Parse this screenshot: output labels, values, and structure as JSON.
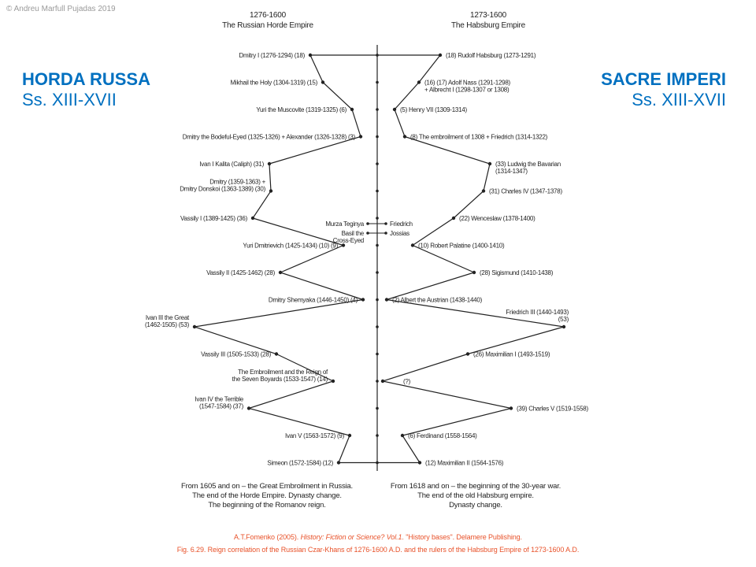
{
  "copyright": "© Andreu Marfull Pujadas 2019",
  "left_title": {
    "name": "HORDA RUSSA",
    "period": "Ss. XIII-XVII"
  },
  "right_title": {
    "name": "SACRE IMPERI",
    "period": "Ss. XIII-XVII"
  },
  "left_header": [
    "1276-1600",
    "The Russian Horde Empire"
  ],
  "right_header": [
    "1273-1600",
    "The Habsburg Empire"
  ],
  "left_rulers": [
    [
      "Dmitry I (1276-1294) (18)"
    ],
    [
      "Mikhail the Holy (1304-1319) (15)"
    ],
    [
      "Yuri the Muscovite (1319-1325) (6)"
    ],
    [
      "Dmitry the Bodeful-Eyed (1325-1326) + Alexander (1326-1328) (3)"
    ],
    [
      "Ivan I Kalita (Caliph) (31)"
    ],
    [
      "Dmitry (1359-1363) +",
      "Dmitry Donskoi (1363-1389) (30)"
    ],
    [
      "Vassily I (1389-1425) (36)"
    ],
    [
      "Yuri Dmitrievich (1425-1434) (10) (9)"
    ],
    [
      "Vassily II (1425-1462) (28)"
    ],
    [
      "Dmitry Shemyaka (1446-1450) (4)"
    ],
    [
      "Ivan III the Great",
      "(1462-1505) (53)"
    ],
    [
      "Vassily III (1505-1533) (28)"
    ],
    [
      "The Embroilment and the Reign of",
      "the Seven Boyards (1533-1547) (14)"
    ],
    [
      "Ivan IV the Terrible",
      "(1547-1584) (37)"
    ],
    [
      "Ivan V (1563-1572) (9)"
    ],
    [
      "Simeon (1572-1584) (12)"
    ]
  ],
  "right_rulers": [
    [
      "(18) Rudolf Habsburg (1273-1291)"
    ],
    [
      "(16) (17) Adolf Nass (1291-1298)",
      "+ Albrecht I (1298-1307 or 1308)"
    ],
    [
      "(5) Henry VII (1309-1314)"
    ],
    [
      "(8) The embroilment of 1308 + Friedrich (1314-1322)"
    ],
    [
      "(33) Ludwig the Bavarian",
      "(1314-1347)"
    ],
    [
      "(31) Charles IV (1347-1378)"
    ],
    [
      "(22) Wenceslaw (1378-1400)"
    ],
    [
      "(10) Robert Palatine (1400-1410)"
    ],
    [
      "(28) Sigismund (1410-1438)"
    ],
    [
      "(2) Albert the Austrian (1438-1440)"
    ],
    [
      "Friedrich III (1440-1493)",
      "(53)"
    ],
    [
      "(26) Maximilian I (1493-1519)"
    ],
    [
      "(?)"
    ],
    [
      "(39) Charles V (1519-1558)"
    ],
    [
      "(6) Ferdinand (1558-1564)"
    ],
    [
      "(12) Maximilian II (1564-1576)"
    ]
  ],
  "middle_pairs": [
    {
      "left": [
        "Murza Teginya"
      ],
      "right": "Friedrich"
    },
    {
      "left": [
        "Basil the",
        "Cross-Eyed"
      ],
      "right": "Jossias"
    }
  ],
  "left_footer": [
    "From 1605 and on – the Great Embroilment in Russia.",
    "The end of the Horde Empire. Dynasty change.",
    "The beginning of the Romanov reign."
  ],
  "right_footer": [
    "From 1618 and on – the beginning of the 30-year war.",
    "The end of the old Habsburg empire.",
    "Dynasty change."
  ],
  "reference": {
    "line1_a": "A.T.Fomenko (2005). ",
    "line1_b": "History: Fiction or Science?  Vol.1",
    "line1_c": ". \"History bases\". Delamere Publishing.",
    "line2": "Fig. 6.29. Reign correlation of the Russian Czar-Khans of 1276-1600 A.D. and the rulers of the Habsburg Empire of 1273-1600 A.D."
  },
  "colors": {
    "title": "#0070C0",
    "reference": "#e8522a",
    "line": "#222222"
  }
}
